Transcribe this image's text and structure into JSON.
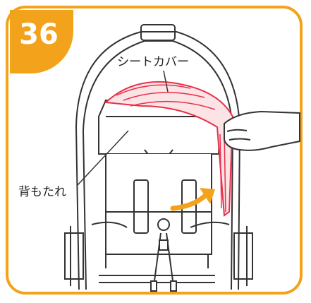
{
  "step": {
    "number": "36"
  },
  "labels": {
    "seat_cover": "シートカバー",
    "backrest": "背もたれ"
  },
  "colors": {
    "accent": "#f3a21b",
    "cover_pink": "#e8304a",
    "line": "#333333"
  }
}
